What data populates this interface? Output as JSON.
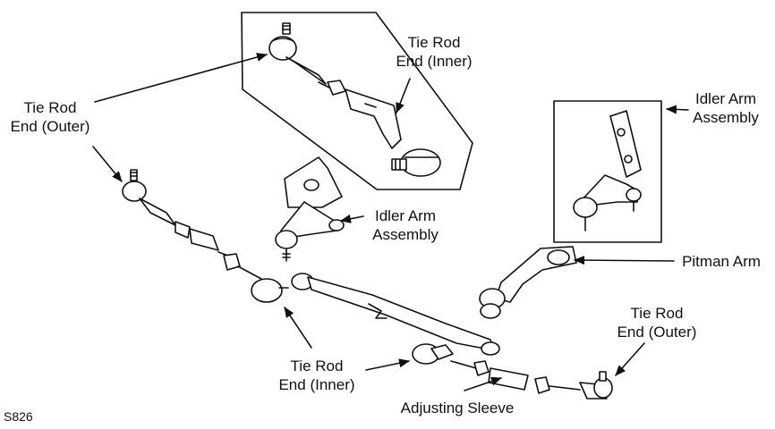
{
  "labels": {
    "tie_rod_end_inner_top": {
      "line1": "Tie Rod",
      "line2": "End (Inner)"
    },
    "tie_rod_end_outer_left": {
      "line1": "Tie Rod",
      "line2": "End (Outer)"
    },
    "idler_arm_assembly_inset": {
      "line1": "Idler Arm",
      "line2": "Assembly"
    },
    "idler_arm_assembly_center": {
      "line1": "Idler Arm",
      "line2": "Assembly"
    },
    "pitman_arm": "Pitman Arm",
    "tie_rod_end_outer_right": {
      "line1": "Tie Rod",
      "line2": "End (Outer)"
    },
    "tie_rod_end_inner_bottom": {
      "line1": "Tie Rod",
      "line2": "End (Inner)"
    },
    "adjusting_sleeve": "Adjusting Sleeve"
  },
  "figure_code": "S826",
  "colors": {
    "line": "#111111",
    "background": "#ffffff"
  }
}
